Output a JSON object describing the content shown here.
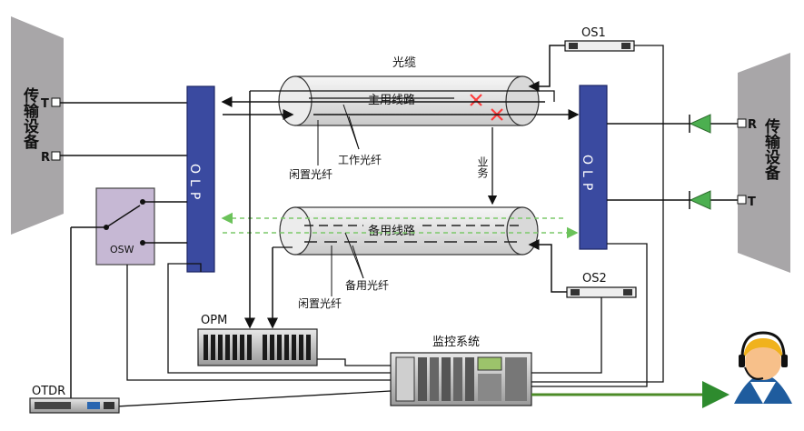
{
  "left_equipment": {
    "label": "传输设备",
    "port_t": "T",
    "port_r": "R"
  },
  "right_equipment": {
    "label": "传输设备",
    "port_r": "R",
    "port_t": "T"
  },
  "olp_left": {
    "label": "OLP"
  },
  "olp_right": {
    "label": "OLP"
  },
  "osw": {
    "label": "OSW"
  },
  "cable": {
    "label": "光缆"
  },
  "main_line": {
    "label": "主用线路",
    "working_fiber": "工作光纤",
    "idle_fiber": "闲置光纤"
  },
  "backup_line": {
    "label": "备用线路",
    "backup_fiber": "备用光纤",
    "idle_fiber": "闲置光纤"
  },
  "service": {
    "label": "业务"
  },
  "os1": {
    "label": "OS1"
  },
  "os2": {
    "label": "OS2"
  },
  "opm": {
    "label": "OPM"
  },
  "otdr": {
    "label": "OTDR"
  },
  "monitor": {
    "label": "监控系统"
  },
  "colors": {
    "olp": "#3a4aa0",
    "equipment": "#a09da0",
    "osw": "#c6b8d4",
    "cable": "#e3e3e3",
    "fault": "#ff3b3b",
    "arrow_green": "#2e8b2e"
  }
}
